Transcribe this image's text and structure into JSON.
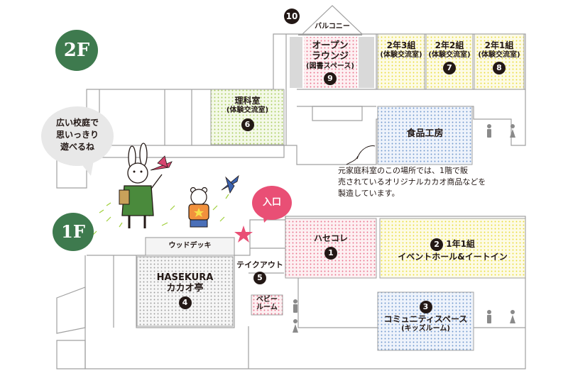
{
  "floors": {
    "f2": "2F",
    "f1": "1F"
  },
  "bubble": {
    "line1": "広い校庭で",
    "line2": "思いっきり",
    "line3": "遊べるね"
  },
  "entrance_label": "入口",
  "rooms": {
    "balcony": {
      "num": "10",
      "name": "バルコニー"
    },
    "lounge": {
      "num": "9",
      "name1": "オープン",
      "name2": "ラウンジ",
      "sub": "(図書スペース)"
    },
    "class23": {
      "num": "",
      "name": "2年3組",
      "sub": "(体験交流室)"
    },
    "class22": {
      "num": "7",
      "name": "2年2組",
      "sub": "(体験交流室)"
    },
    "class21": {
      "num": "8",
      "name": "2年1組",
      "sub": "(体験交流室)"
    },
    "science": {
      "num": "6",
      "name": "理科室",
      "sub": "(体験交流室)"
    },
    "food": {
      "name": "食品工房"
    },
    "hasekore": {
      "num": "1",
      "name": "ハセコレ"
    },
    "event": {
      "num": "2",
      "name1": "1年1組",
      "name2": "イベントホール&イートイン"
    },
    "wooddeck": {
      "name": "ウッドデッキ"
    },
    "takeout": {
      "num": "5",
      "name": "テイクアウト"
    },
    "cacao": {
      "num": "4",
      "name1": "HASEKURA",
      "name2": "カカオ亭"
    },
    "baby": {
      "name1": "ベビー",
      "name2": "ルーム"
    },
    "community": {
      "num": "3",
      "name": "コミュニティスペース",
      "sub": "(キッズルーム)"
    }
  },
  "note": {
    "line1": "元家庭科室のこの場所では、1階で販",
    "line2": "売されているオリジナルカカオ商品などを",
    "line3": "製造しています。"
  },
  "colors": {
    "wall": "#9a9a9a",
    "yellow": "#f3ea4b",
    "pink": "#ef8aa0",
    "blue": "#7fa6d6",
    "green": "#b9d771",
    "gray": "#b3b3b3",
    "floor_badge": "#3e7a4e",
    "entrance": "#e94f75"
  }
}
